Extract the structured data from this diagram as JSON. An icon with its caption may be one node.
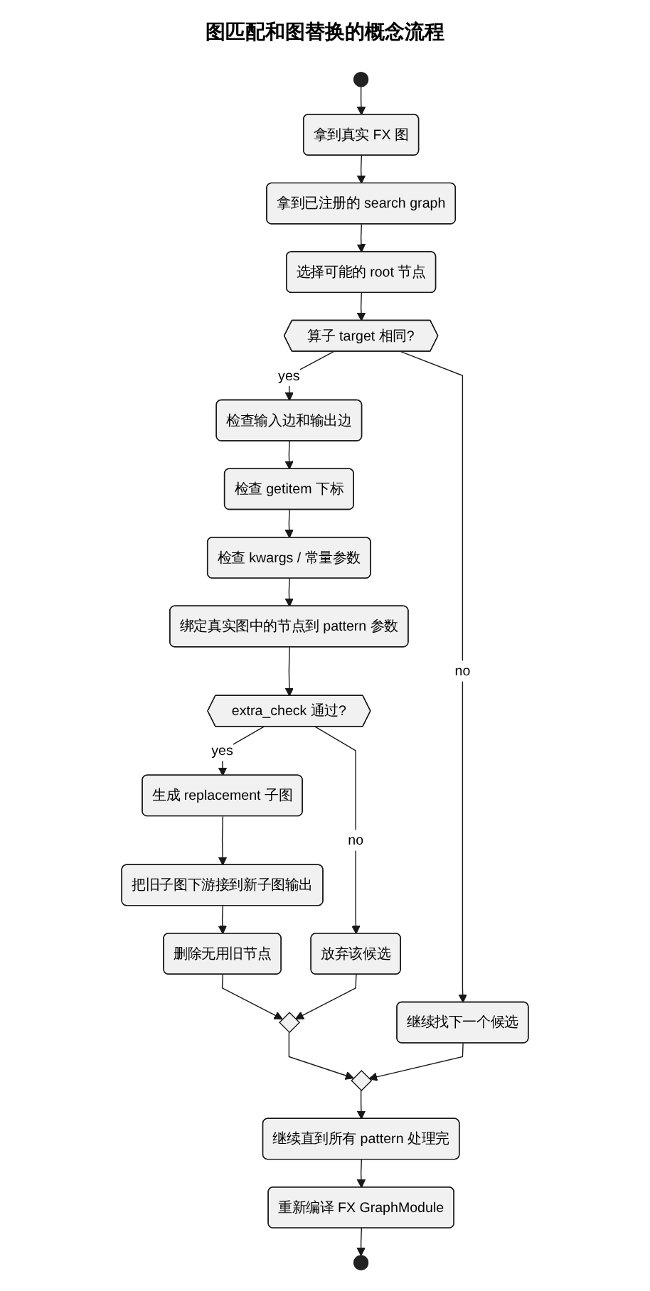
{
  "diagram": {
    "title": "图匹配和图替换的概念流程",
    "nodes": [
      {
        "text": [],
        "shape": "circle"
      },
      {
        "text": [
          "拿到真实 FX 图"
        ]
      },
      {
        "text": [
          "拿到已注册的 search graph"
        ]
      },
      {
        "text": [
          "选择可能的 root 节点"
        ]
      },
      {
        "text": [
          "算子 target 相同?"
        ]
      },
      {
        "text": [
          "检查输入边和输出边"
        ]
      },
      {
        "text": [
          "检查 getitem 下标"
        ]
      },
      {
        "text": [
          "检查 kwargs / 常量参数"
        ]
      },
      {
        "text": [
          "绑定真实图中的节点到 pattern 参数"
        ]
      },
      {
        "text": [
          "extra_check 通过?"
        ]
      },
      {
        "text": [
          "生成 replacement 子图"
        ]
      },
      {
        "text": [
          "把旧子图下游接到新子图输出"
        ]
      },
      {
        "text": [
          "删除无用旧节点"
        ]
      },
      {
        "text": [
          "放弃该候选"
        ]
      },
      {
        "text": [],
        "shape": "diamond"
      },
      {
        "text": [
          "继续找下一个候选"
        ]
      },
      {
        "text": [],
        "shape": "diamond"
      },
      {
        "text": [
          "继续直到所有 pattern 处理完"
        ]
      },
      {
        "text": [
          "重新编译 FX GraphModule"
        ]
      },
      {
        "text": [],
        "shape": "circle"
      }
    ],
    "edges": [
      {
        "from": 0,
        "to": 1,
        "arrow": "to"
      },
      {
        "from": 1,
        "to": 2,
        "arrow": "to"
      },
      {
        "from": 2,
        "to": 3,
        "arrow": "to"
      },
      {
        "from": 3,
        "to": 4,
        "arrow": "to"
      },
      {
        "from": 4,
        "to": 5,
        "arrow": "to",
        "label": "yes"
      },
      {
        "from": 4,
        "to": 15,
        "arrow": "to",
        "label": "no"
      },
      {
        "from": 5,
        "to": 6,
        "arrow": "to"
      },
      {
        "from": 6,
        "to": 7,
        "arrow": "to"
      },
      {
        "from": 7,
        "to": 8,
        "arrow": "to"
      },
      {
        "from": 8,
        "to": 9,
        "arrow": "to"
      },
      {
        "from": 9,
        "to": 10,
        "arrow": "to",
        "label": "yes"
      },
      {
        "from": 9,
        "to": 13,
        "arrow": "to",
        "label": "no"
      },
      {
        "from": 10,
        "to": 11,
        "arrow": "to"
      },
      {
        "from": 11,
        "to": 12,
        "arrow": "to"
      },
      {
        "from": 12,
        "to": 14,
        "arrow": "to"
      },
      {
        "from": 13,
        "to": 14,
        "arrow": "to"
      },
      {
        "from": 14,
        "to": 16,
        "arrow": "to"
      },
      {
        "from": 15,
        "to": 16,
        "arrow": "to"
      },
      {
        "from": 16,
        "to": 17,
        "arrow": "to"
      },
      {
        "from": 17,
        "to": 18,
        "arrow": "to"
      },
      {
        "from": 18,
        "to": 19,
        "arrow": "to"
      }
    ]
  }
}
